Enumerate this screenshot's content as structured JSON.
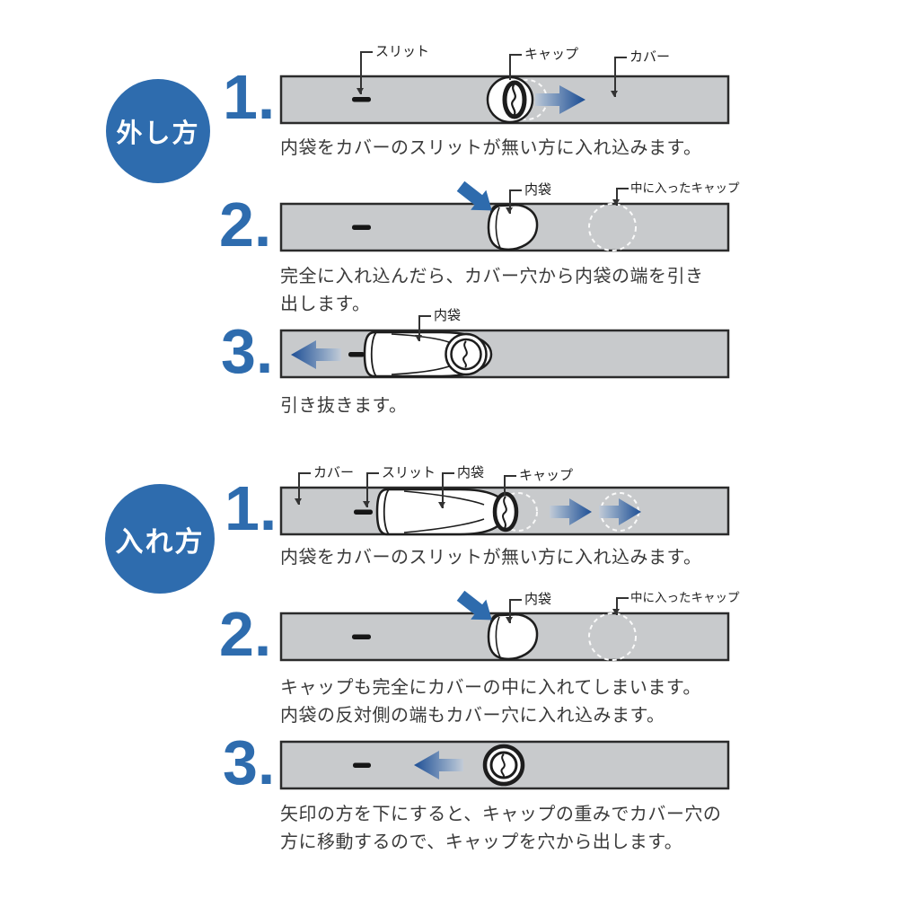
{
  "colors": {
    "accent_blue": "#2e6cae",
    "arrow_dark_blue": "#1e4f95",
    "arrow_light_blue": "#b6c2d4",
    "bar_gray": "#c8cacc",
    "outline_black": "#1d1d1d"
  },
  "sections": [
    {
      "id": "detach",
      "badge": "外し方",
      "steps": [
        {
          "number": "1.",
          "caption": "内袋をカバーのスリットが無い方に入れ込みます。",
          "labels": {
            "slit": "スリット",
            "cap": "キャップ",
            "cover": "カバー"
          }
        },
        {
          "number": "2.",
          "caption": "完全に入れ込んだら、カバー穴から内袋の端を引き\n出します。",
          "labels": {
            "bag": "内袋",
            "cap_inside": "中に入ったキャップ"
          }
        },
        {
          "number": "3.",
          "caption": "引き抜きます。",
          "labels": {
            "bag": "内袋"
          }
        }
      ]
    },
    {
      "id": "insert",
      "badge": "入れ方",
      "steps": [
        {
          "number": "1.",
          "caption": "内袋をカバーのスリットが無い方に入れ込みます。",
          "labels": {
            "cover": "カバー",
            "slit": "スリット",
            "bag": "内袋",
            "cap": "キャップ"
          }
        },
        {
          "number": "2.",
          "caption": "キャップも完全にカバーの中に入れてしまいます。\n内袋の反対側の端もカバー穴に入れ込みます。",
          "labels": {
            "bag": "内袋",
            "cap_inside": "中に入ったキャップ"
          }
        },
        {
          "number": "3.",
          "caption": "矢印の方を下にすると、キャップの重みでカバー穴の\n方に移動するので、キャップを穴から出します。"
        }
      ]
    }
  ]
}
